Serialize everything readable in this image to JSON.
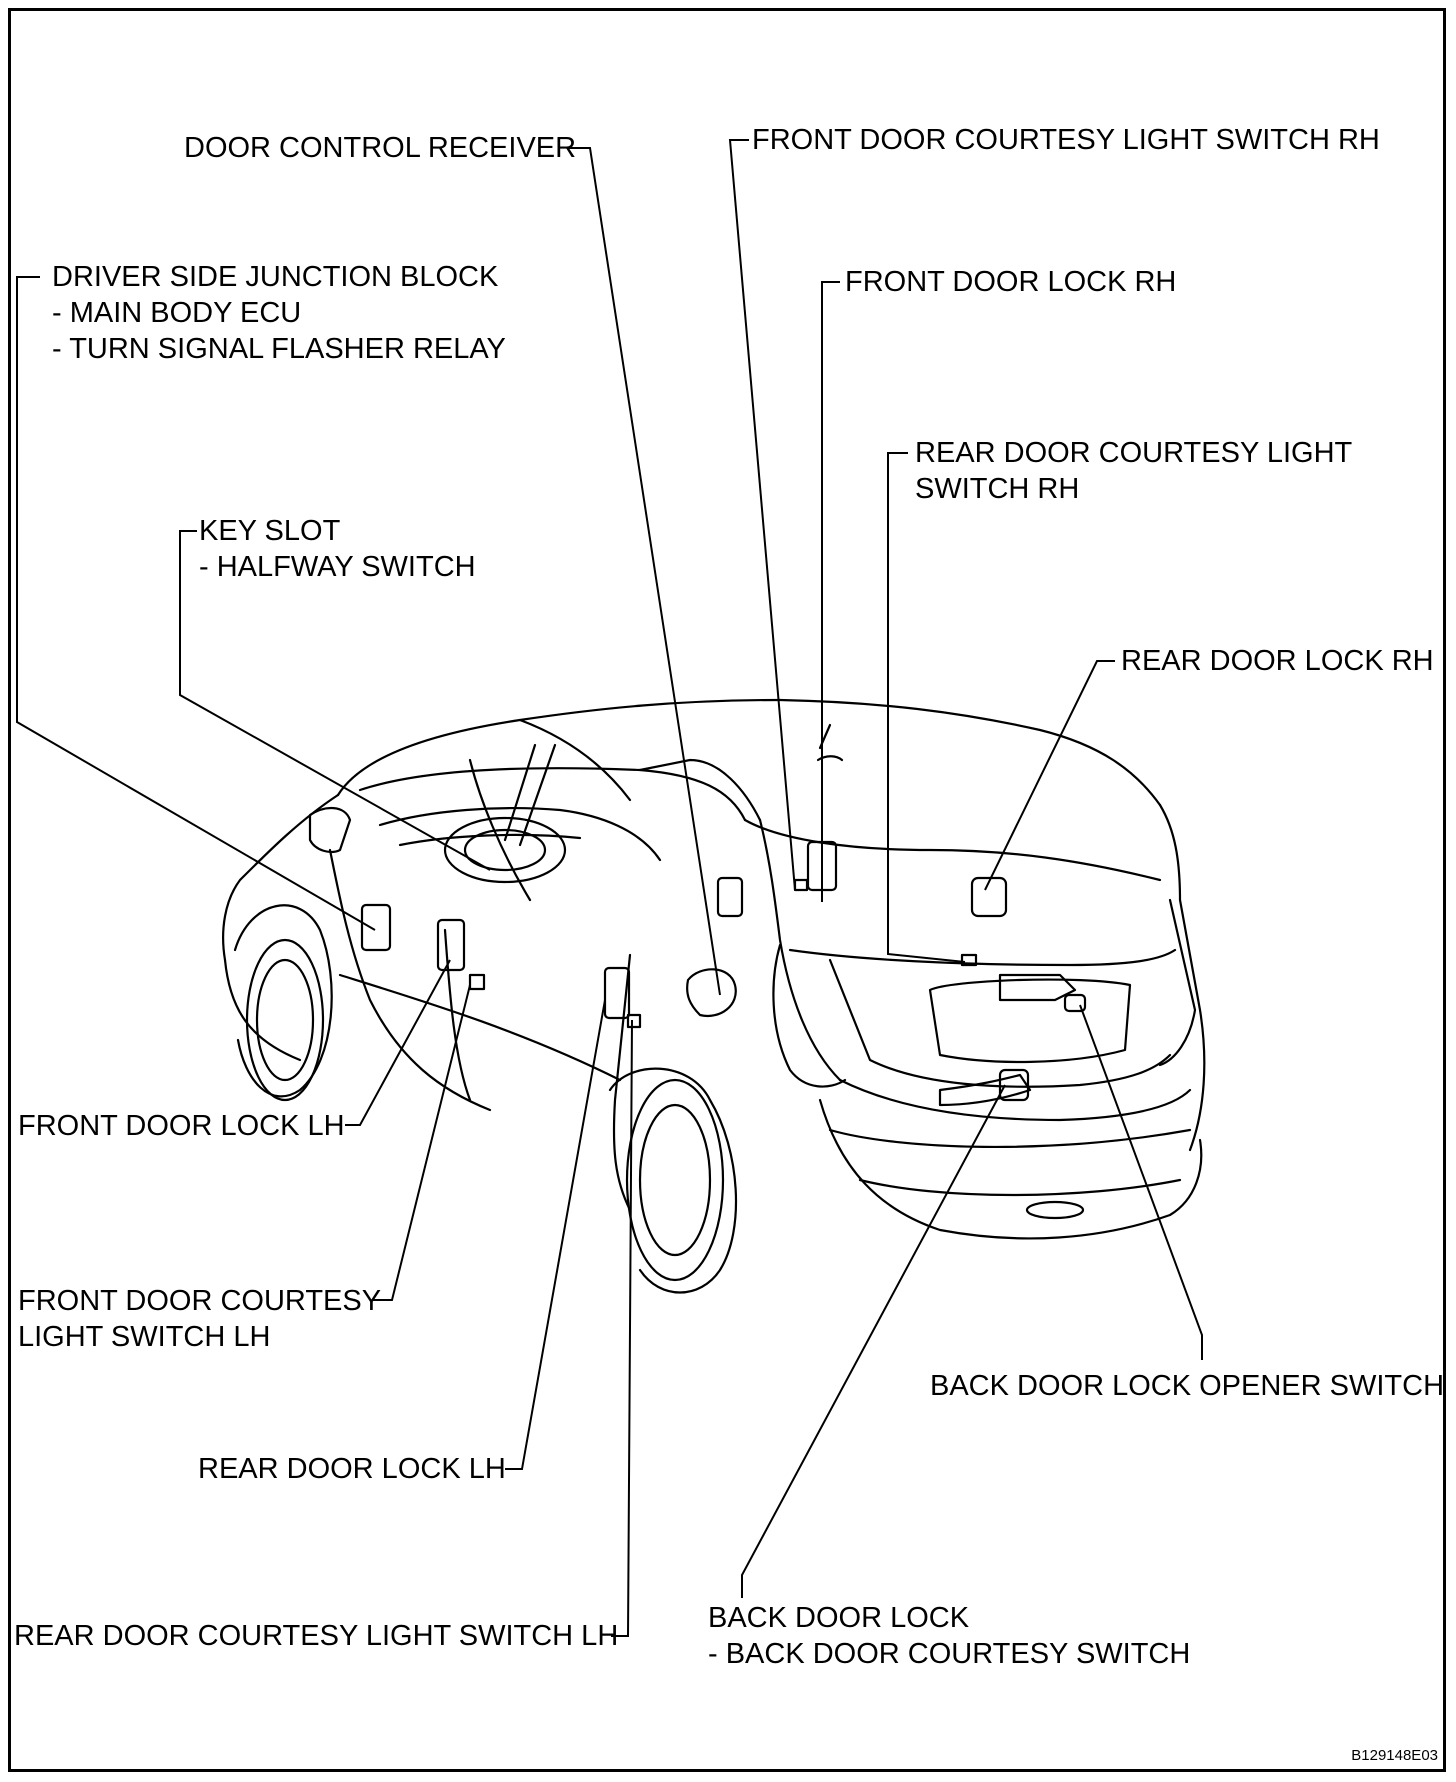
{
  "labels": {
    "door_control_receiver": "DOOR CONTROL RECEIVER",
    "front_door_courtesy_rh": "FRONT DOOR COURTESY LIGHT SWITCH RH",
    "driver_side_jb": "DRIVER SIDE JUNCTION BLOCK",
    "main_body_ecu": "- MAIN BODY ECU",
    "turn_signal_relay": "- TURN SIGNAL FLASHER RELAY",
    "front_door_lock_rh": "FRONT DOOR LOCK RH",
    "rear_door_courtesy_rh_1": "REAR DOOR COURTESY LIGHT",
    "rear_door_courtesy_rh_2": "SWITCH RH",
    "key_slot": "KEY SLOT",
    "halfway_switch": "- HALFWAY SWITCH",
    "rear_door_lock_rh": "REAR DOOR LOCK RH",
    "front_door_lock_lh": "FRONT DOOR LOCK LH",
    "front_door_courtesy_lh_1": "FRONT DOOR COURTESY",
    "front_door_courtesy_lh_2": "LIGHT SWITCH LH",
    "back_door_opener": "BACK DOOR LOCK OPENER SWITCH",
    "rear_door_lock_lh": "REAR DOOR LOCK LH",
    "back_door_lock": "BACK DOOR LOCK",
    "back_door_courtesy": "- BACK DOOR COURTESY SWITCH",
    "rear_door_courtesy_lh": "REAR DOOR COURTESY LIGHT SWITCH LH"
  },
  "figure_code": "B129148E03"
}
